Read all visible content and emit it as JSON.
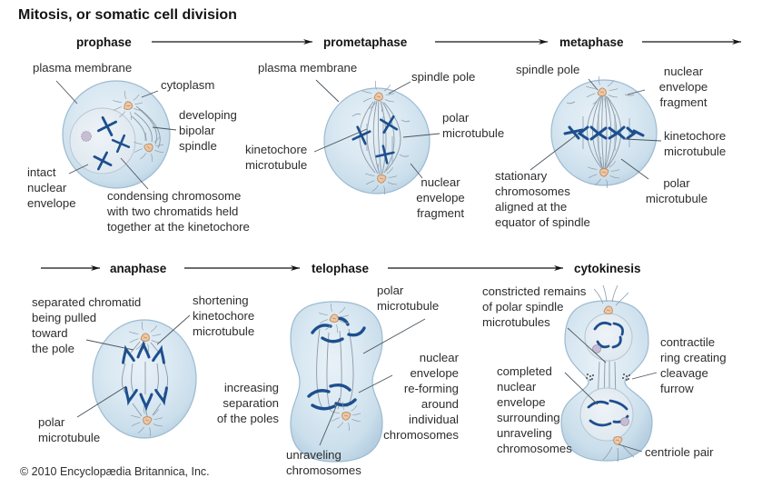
{
  "title": "Mitosis, or somatic cell division",
  "copyright": "© 2010 Encyclopædia Britannica, Inc.",
  "stages": {
    "prophase": "prophase",
    "prometaphase": "prometaphase",
    "metaphase": "metaphase",
    "anaphase": "anaphase",
    "telophase": "telophase",
    "cytokinesis": "cytokinesis"
  },
  "labels": {
    "prophase": {
      "plasma_membrane": "plasma membrane",
      "cytoplasm": "cytoplasm",
      "developing_bipolar_spindle": "developing\nbipolar\nspindle",
      "intact_nuclear_envelope": "intact\nnuclear\nenvelope",
      "condensing_chromosome": "condensing chromosome\nwith two chromatids held\ntogether at the kinetochore"
    },
    "prometaphase": {
      "plasma_membrane": "plasma membrane",
      "spindle_pole": "spindle pole",
      "polar_microtubule": "polar\nmicrotubule",
      "kinetochore_microtubule": "kinetochore\nmicrotubule",
      "nuclear_envelope_fragment": "nuclear\nenvelope\nfragment"
    },
    "metaphase": {
      "spindle_pole": "spindle pole",
      "nuclear_envelope_fragment": "nuclear\nenvelope\nfragment",
      "kinetochore_microtubule": "kinetochore\nmicrotubule",
      "polar_microtubule": "polar\nmicrotubule",
      "stationary_chromosomes": "stationary\nchromosomes\naligned at the\nequator of spindle"
    },
    "anaphase": {
      "separated_chromatid": "separated chromatid\nbeing pulled\ntoward\nthe pole",
      "shortening_kinetochore_microtubule": "shortening\nkinetochore\nmicrotubule",
      "increasing_separation": "increasing\nseparation\nof the poles",
      "polar_microtubule": "polar\nmicrotubule"
    },
    "telophase": {
      "polar_microtubule": "polar\nmicrotubule",
      "nuclear_envelope_reforming": "nuclear\nenvelope\nre-forming\naround\nindividual\nchromosomes",
      "unraveling_chromosomes": "unraveling\nchromosomes"
    },
    "cytokinesis": {
      "constricted_remains": "constricted remains\nof polar spindle\nmicrotubules",
      "contractile_ring": "contractile\nring creating\ncleavage\nfurrow",
      "completed_nuclear_envelope": "completed\nnuclear\nenvelope\nsurrounding\nunraveling\nchromosomes",
      "centriole_pair": "centriole pair"
    }
  },
  "colors": {
    "cell_fill": "#d7e7f1",
    "cell_edge": "#9cbad0",
    "nucleus_fill": "#e9eff4",
    "chromosome_blue": "#1d4f8e",
    "centrosome_fill": "#ecc8a8",
    "centrosome_edge": "#c08a5c",
    "spindle_gray": "#8b99a7",
    "leader_line": "#4a545e",
    "arrow_black": "#141414",
    "text": "#2d2d2d"
  }
}
